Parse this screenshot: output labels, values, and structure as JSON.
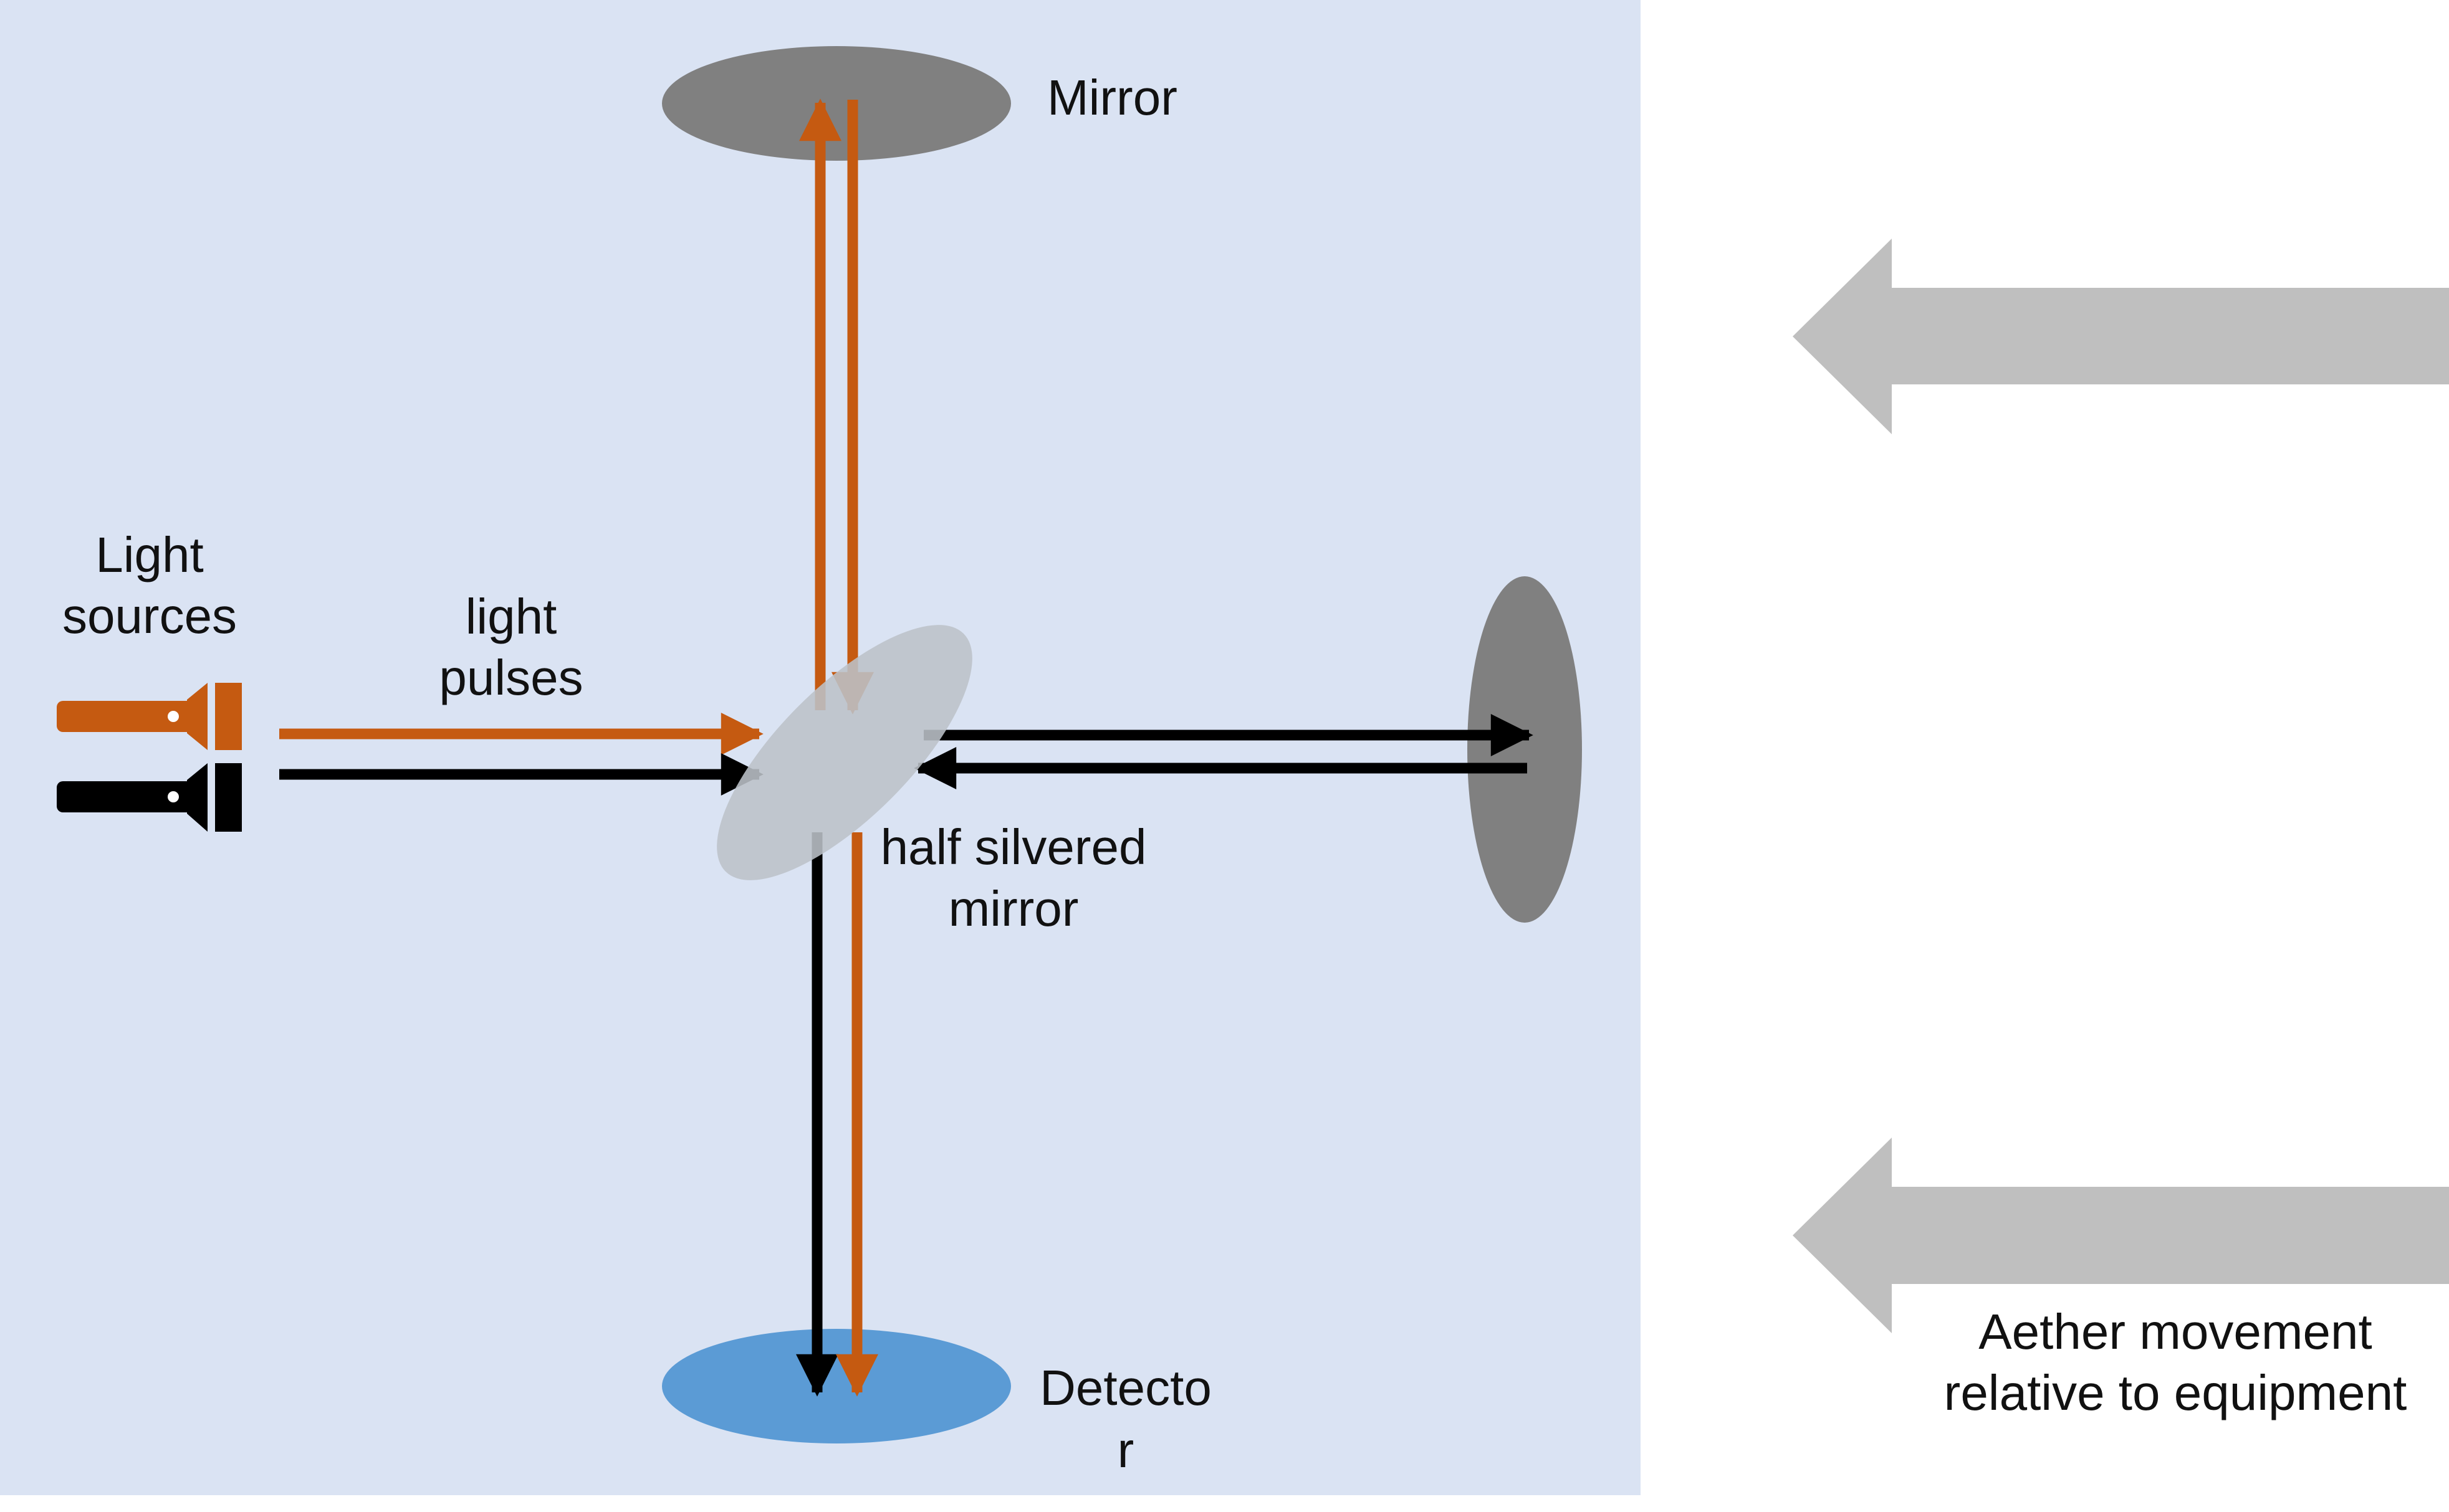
{
  "labels": {
    "mirror": "Mirror",
    "light_sources_line1": "Light",
    "light_sources_line2": "sources",
    "light_pulses_line1": "light",
    "light_pulses_line2": "pulses",
    "half_mirror_line1": "half silvered",
    "half_mirror_line2": "mirror",
    "detector_line1": "Detecto",
    "detector_line2": "r",
    "aether_line1": "Aether movement",
    "aether_line2": "relative to equipment"
  },
  "icons": {
    "light_source_orange": "flashlight-icon",
    "light_source_black": "flashlight-icon",
    "aether_arrows": "arrow-left-icon"
  },
  "colors": {
    "apparatus_background": "#dae3f3",
    "orange_beam": "#c55a11",
    "black_beam": "#000000",
    "mirror": "#808080",
    "half_silvered_mirror": "#bcc1c8",
    "detector": "#5b9bd5",
    "aether_arrow": "#bfbfbf"
  }
}
